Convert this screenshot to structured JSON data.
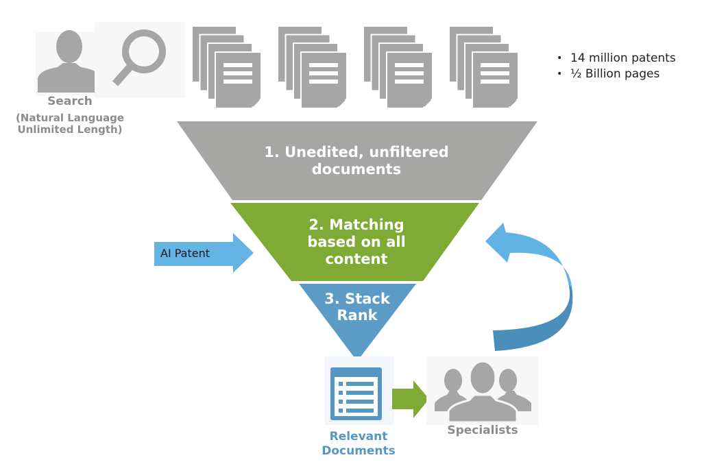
{
  "search": {
    "label": "Search",
    "sub_line1": "(Natural Language",
    "sub_line2": "Unlimited Length)",
    "icons": [
      "person-icon",
      "magnifier-icon"
    ]
  },
  "document_stacks": {
    "count": 4,
    "icon": "document-stack-icon"
  },
  "stats": [
    "14 million patents",
    "½ Billion pages"
  ],
  "funnel": {
    "stages": [
      {
        "line1": "1. Unedited, unfiltered",
        "line2": "documents",
        "color": "#a6a6a5"
      },
      {
        "line1": "2. Matching",
        "line2": "based on all",
        "line3": "content",
        "color": "#7faa35"
      },
      {
        "line1": "3. Stack",
        "line2": "Rank",
        "color": "#5b9bc6"
      }
    ]
  },
  "inputs": {
    "ai_patent": "AI Patent",
    "ai_patent_color": "#63b3e4"
  },
  "feedback_arrow": {
    "color_top": "#62b2e3",
    "color_bottom": "#4a8fbb"
  },
  "outputs": {
    "relevant_line1": "Relevant",
    "relevant_line2": "Documents",
    "relevant_color": "#5597c2",
    "specialists": "Specialists",
    "handoff_arrow_color": "#7faa35"
  },
  "colors": {
    "icon_gray": "#a6a6a6",
    "icon_bg": "#f7f7f7"
  }
}
